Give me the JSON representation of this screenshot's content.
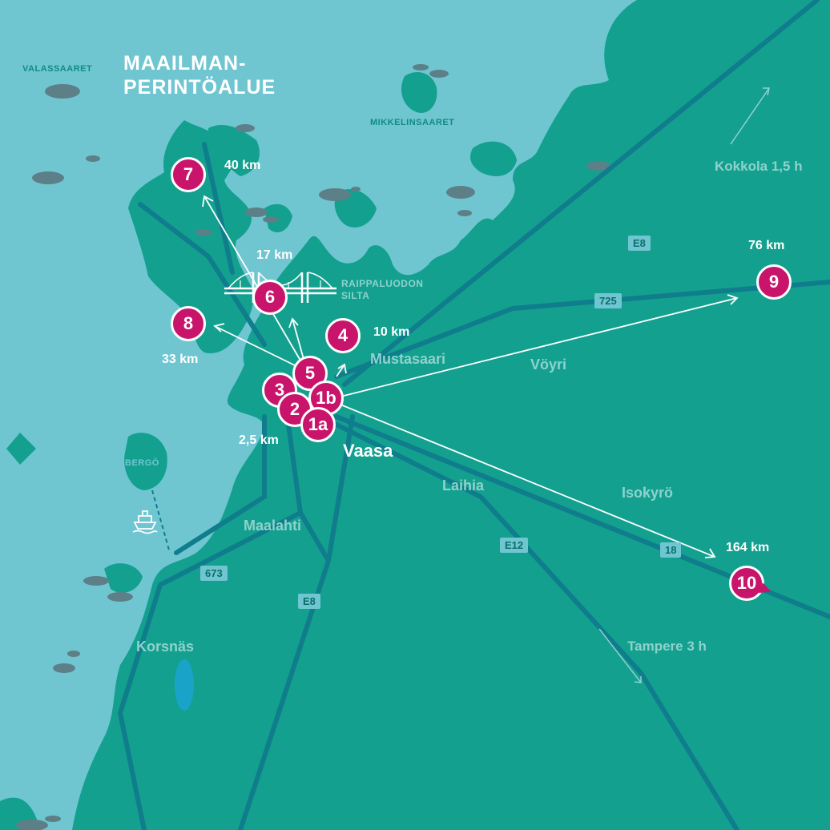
{
  "title": {
    "line1": "MAAILMAN-",
    "line2": "PERINTÖALUE"
  },
  "islands": {
    "valassaaret": "VALASSAARET",
    "mikkelinsaaret": "MIKKELINSAARET",
    "bergo": "BERGÖ"
  },
  "places": {
    "vaasa": "Vaasa",
    "mustasaari": "Mustasaari",
    "voyri": "Vöyri",
    "laihia": "Laihia",
    "isokyro": "Isokyrö",
    "maalahti": "Maalahti",
    "korsnas": "Korsnäs"
  },
  "bridge": {
    "line1": "RAIPPALUODON",
    "line2": "SILTA"
  },
  "directions": {
    "kokkola": "Kokkola 1,5 h",
    "tampere": "Tampere 3 h"
  },
  "roads": {
    "e8_north": "E8",
    "r725": "725",
    "e12": "E12",
    "r18": "18",
    "r673": "673",
    "e8_south": "E8"
  },
  "markers": [
    "1a",
    "1b",
    "2",
    "3",
    "4",
    "5",
    "6",
    "7",
    "8",
    "9",
    "10"
  ],
  "distances": {
    "m2": "2,5 km",
    "m4": "10 km",
    "m6": "17 km",
    "m7": "40 km",
    "m8": "33 km",
    "m9": "76 km",
    "m10": "164 km"
  },
  "colors": {
    "sea": "#6fc6d1",
    "land": "#13a08f",
    "land_dark": "#0a9783",
    "road": "#0f7d8c",
    "marker": "#c8146b",
    "rock": "#5d7f88",
    "lake": "#1aa3c8"
  }
}
